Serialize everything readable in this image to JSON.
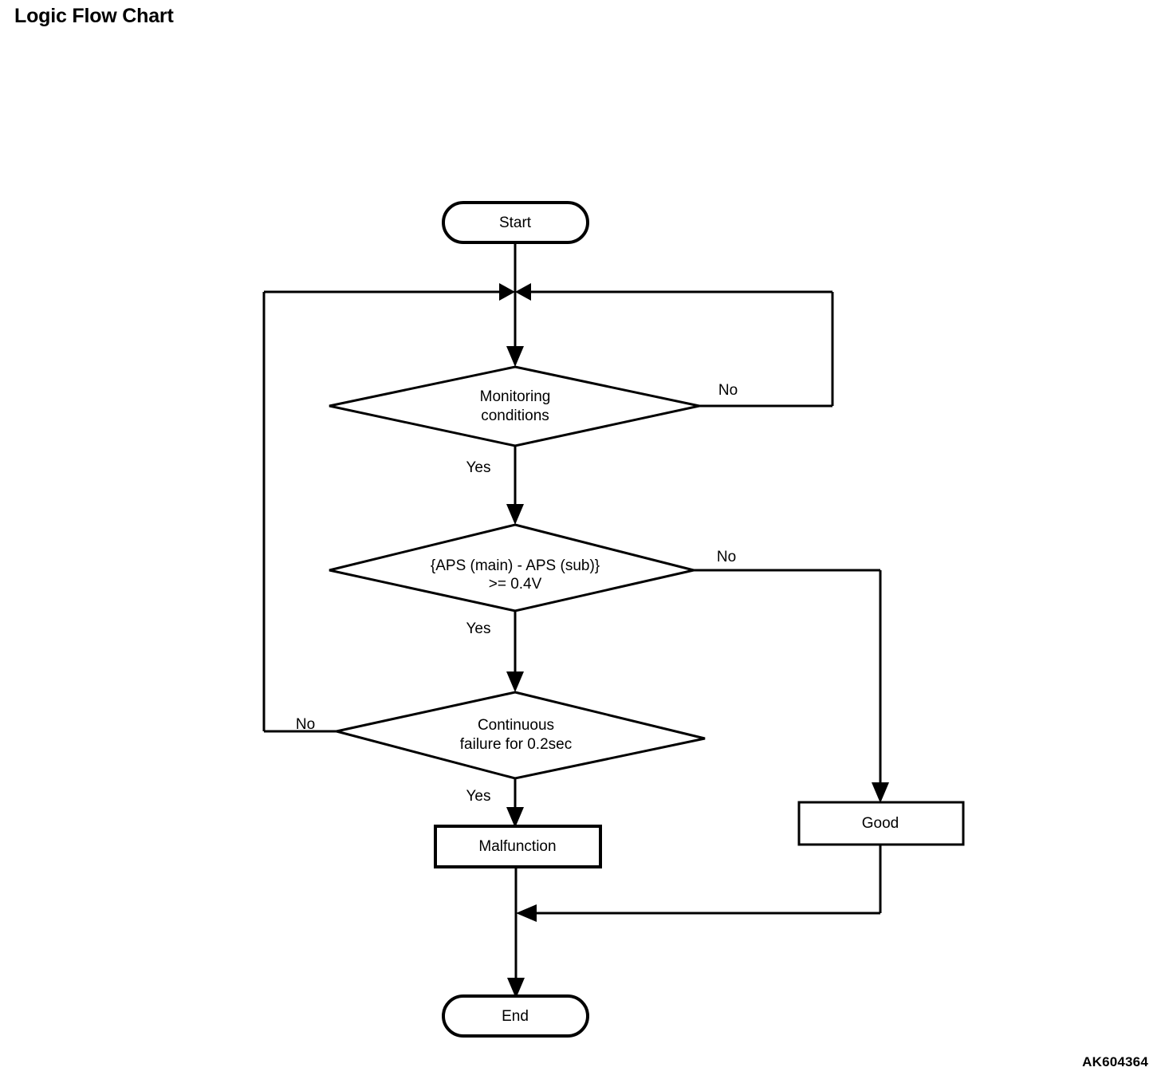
{
  "page": {
    "title": "Logic Flow Chart",
    "watermark": "AK604364",
    "background_color": "#ffffff",
    "ink_color": "#000000"
  },
  "chart_data": {
    "type": "diagram",
    "diagram_kind": "flowchart",
    "title": "Logic Flow Chart",
    "nodes": [
      {
        "id": "start",
        "shape": "terminal",
        "label": "Start"
      },
      {
        "id": "monitoring",
        "shape": "decision",
        "label_line1": "Monitoring",
        "label_line2": "conditions"
      },
      {
        "id": "aps",
        "shape": "decision",
        "label_line1": "{APS (main) - APS (sub)}",
        "label_line2": ">= 0.4V"
      },
      {
        "id": "continuous",
        "shape": "decision",
        "label_line1": "Continuous",
        "label_line2": "failure for 0.2sec"
      },
      {
        "id": "malfunction",
        "shape": "process",
        "label": "Malfunction"
      },
      {
        "id": "good",
        "shape": "process",
        "label": "Good"
      },
      {
        "id": "end",
        "shape": "terminal",
        "label": "End"
      }
    ],
    "edges": [
      {
        "from": "start",
        "to": "monitoring",
        "label": ""
      },
      {
        "from": "monitoring",
        "to": "monitoring",
        "label": "No",
        "note": "loops back to junction above monitoring"
      },
      {
        "from": "monitoring",
        "to": "aps",
        "label": "Yes"
      },
      {
        "from": "aps",
        "to": "good",
        "label": "No"
      },
      {
        "from": "aps",
        "to": "continuous",
        "label": "Yes"
      },
      {
        "from": "continuous",
        "to": "monitoring",
        "label": "No",
        "note": "loops back left to junction above monitoring"
      },
      {
        "from": "continuous",
        "to": "malfunction",
        "label": "Yes"
      },
      {
        "from": "malfunction",
        "to": "end",
        "label": ""
      },
      {
        "from": "good",
        "to": "end",
        "label": ""
      }
    ],
    "edge_labels": {
      "monitoring_no": "No",
      "monitoring_yes": "Yes",
      "aps_no": "No",
      "aps_yes": "Yes",
      "continuous_no": "No",
      "continuous_yes": "Yes"
    }
  }
}
